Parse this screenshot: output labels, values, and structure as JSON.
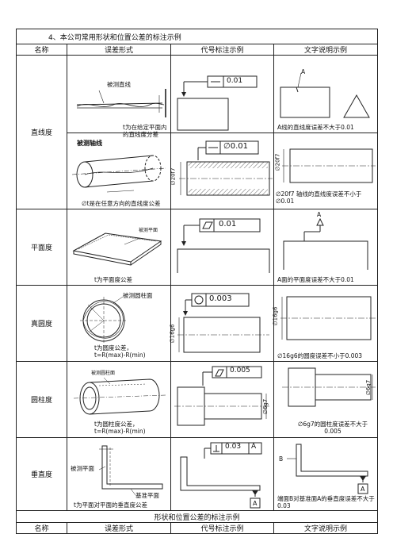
{
  "title": "4、本公司常用形状和位置公差的标注示例",
  "headers": [
    "名称",
    "误差形式",
    "代号标注示例",
    "文字说明示例"
  ],
  "rows": [
    {
      "name": "直线度",
      "sub": [
        {
          "label": "被测直线",
          "caption": "t为在给定平面内的直线度分差",
          "code": "0.01",
          "desc": "A线的直线度误差不大于0.01",
          "mark": "A"
        },
        {
          "label": "被测轴线",
          "caption": "∅t是在任意方向的直线度公差",
          "code": "∅0.01",
          "dim": "∅20f7",
          "desc": "∅20f7 轴线的直线度误差不小于∅0.01"
        }
      ]
    },
    {
      "name": "平面度",
      "label": "被测平面",
      "caption": "t为平面度公差",
      "code": "0.01",
      "desc": "A面的平面度误差不大于0.01",
      "mark": "A"
    },
    {
      "name": "真圆度",
      "label": "被测圆柱面",
      "caption": "t为圆度公差，\nt=R(max)-R(min)",
      "code": "0.003",
      "dim": "∅16g6",
      "desc": "∅16g6的圆度误差不小于0.003"
    },
    {
      "name": "圆柱度",
      "label": "被测圆柱面",
      "caption": "t为圆柱度公差，\nt=R(max)-R(min)",
      "code": "0.005",
      "dim": "∅6g7",
      "desc": "∅6g7的圆柱度误差不大于0.005"
    },
    {
      "name": "垂直度",
      "label": "被测平面",
      "label2": "基准平面",
      "caption": "t为平面对平面的垂直度公差",
      "code": "0.03",
      "datum": "A",
      "desc": "端面B对基准面A的垂直度误差不大于0.03",
      "mark": "B"
    }
  ],
  "footer_title": "形状和位置公差的标注示例"
}
